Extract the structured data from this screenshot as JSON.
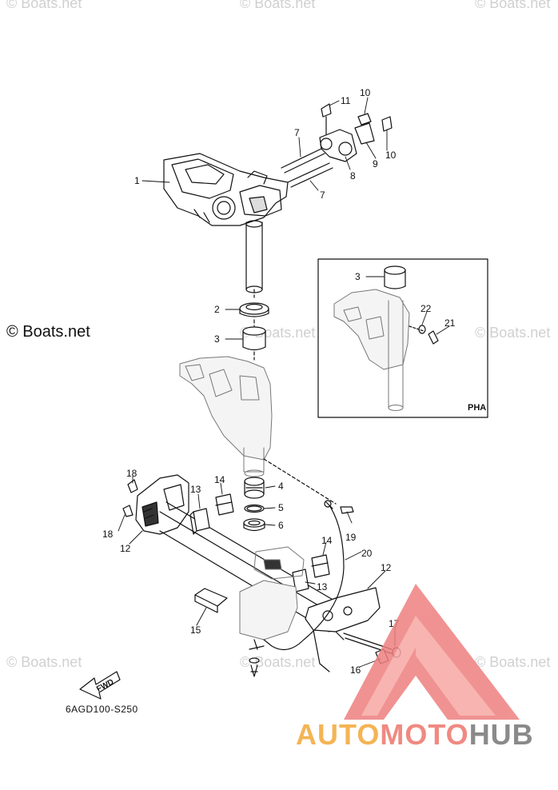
{
  "watermarks": {
    "repeat_text": "© Boats.net",
    "main_copyright": "© Boats.net"
  },
  "callouts": [
    "1",
    "2",
    "3",
    "4",
    "5",
    "6",
    "7",
    "7",
    "8",
    "9",
    "10",
    "10",
    "11",
    "12",
    "12",
    "13",
    "13",
    "14",
    "14",
    "15",
    "16",
    "17",
    "18",
    "18",
    "19",
    "20",
    "21",
    "22",
    "3"
  ],
  "inset": {
    "label": "PHA"
  },
  "fwd_label": "FWD",
  "diagram_code": "6AGD100-S250",
  "logo": {
    "part1": "AUTO",
    "part2": "MOTO",
    "part3": "HUB"
  },
  "colors": {
    "line": "#111111",
    "watermark": "#d0d0d0",
    "logo_red": "#ee8080",
    "logo_orange": "#f4b455",
    "logo_gray": "#8a8a8a"
  }
}
